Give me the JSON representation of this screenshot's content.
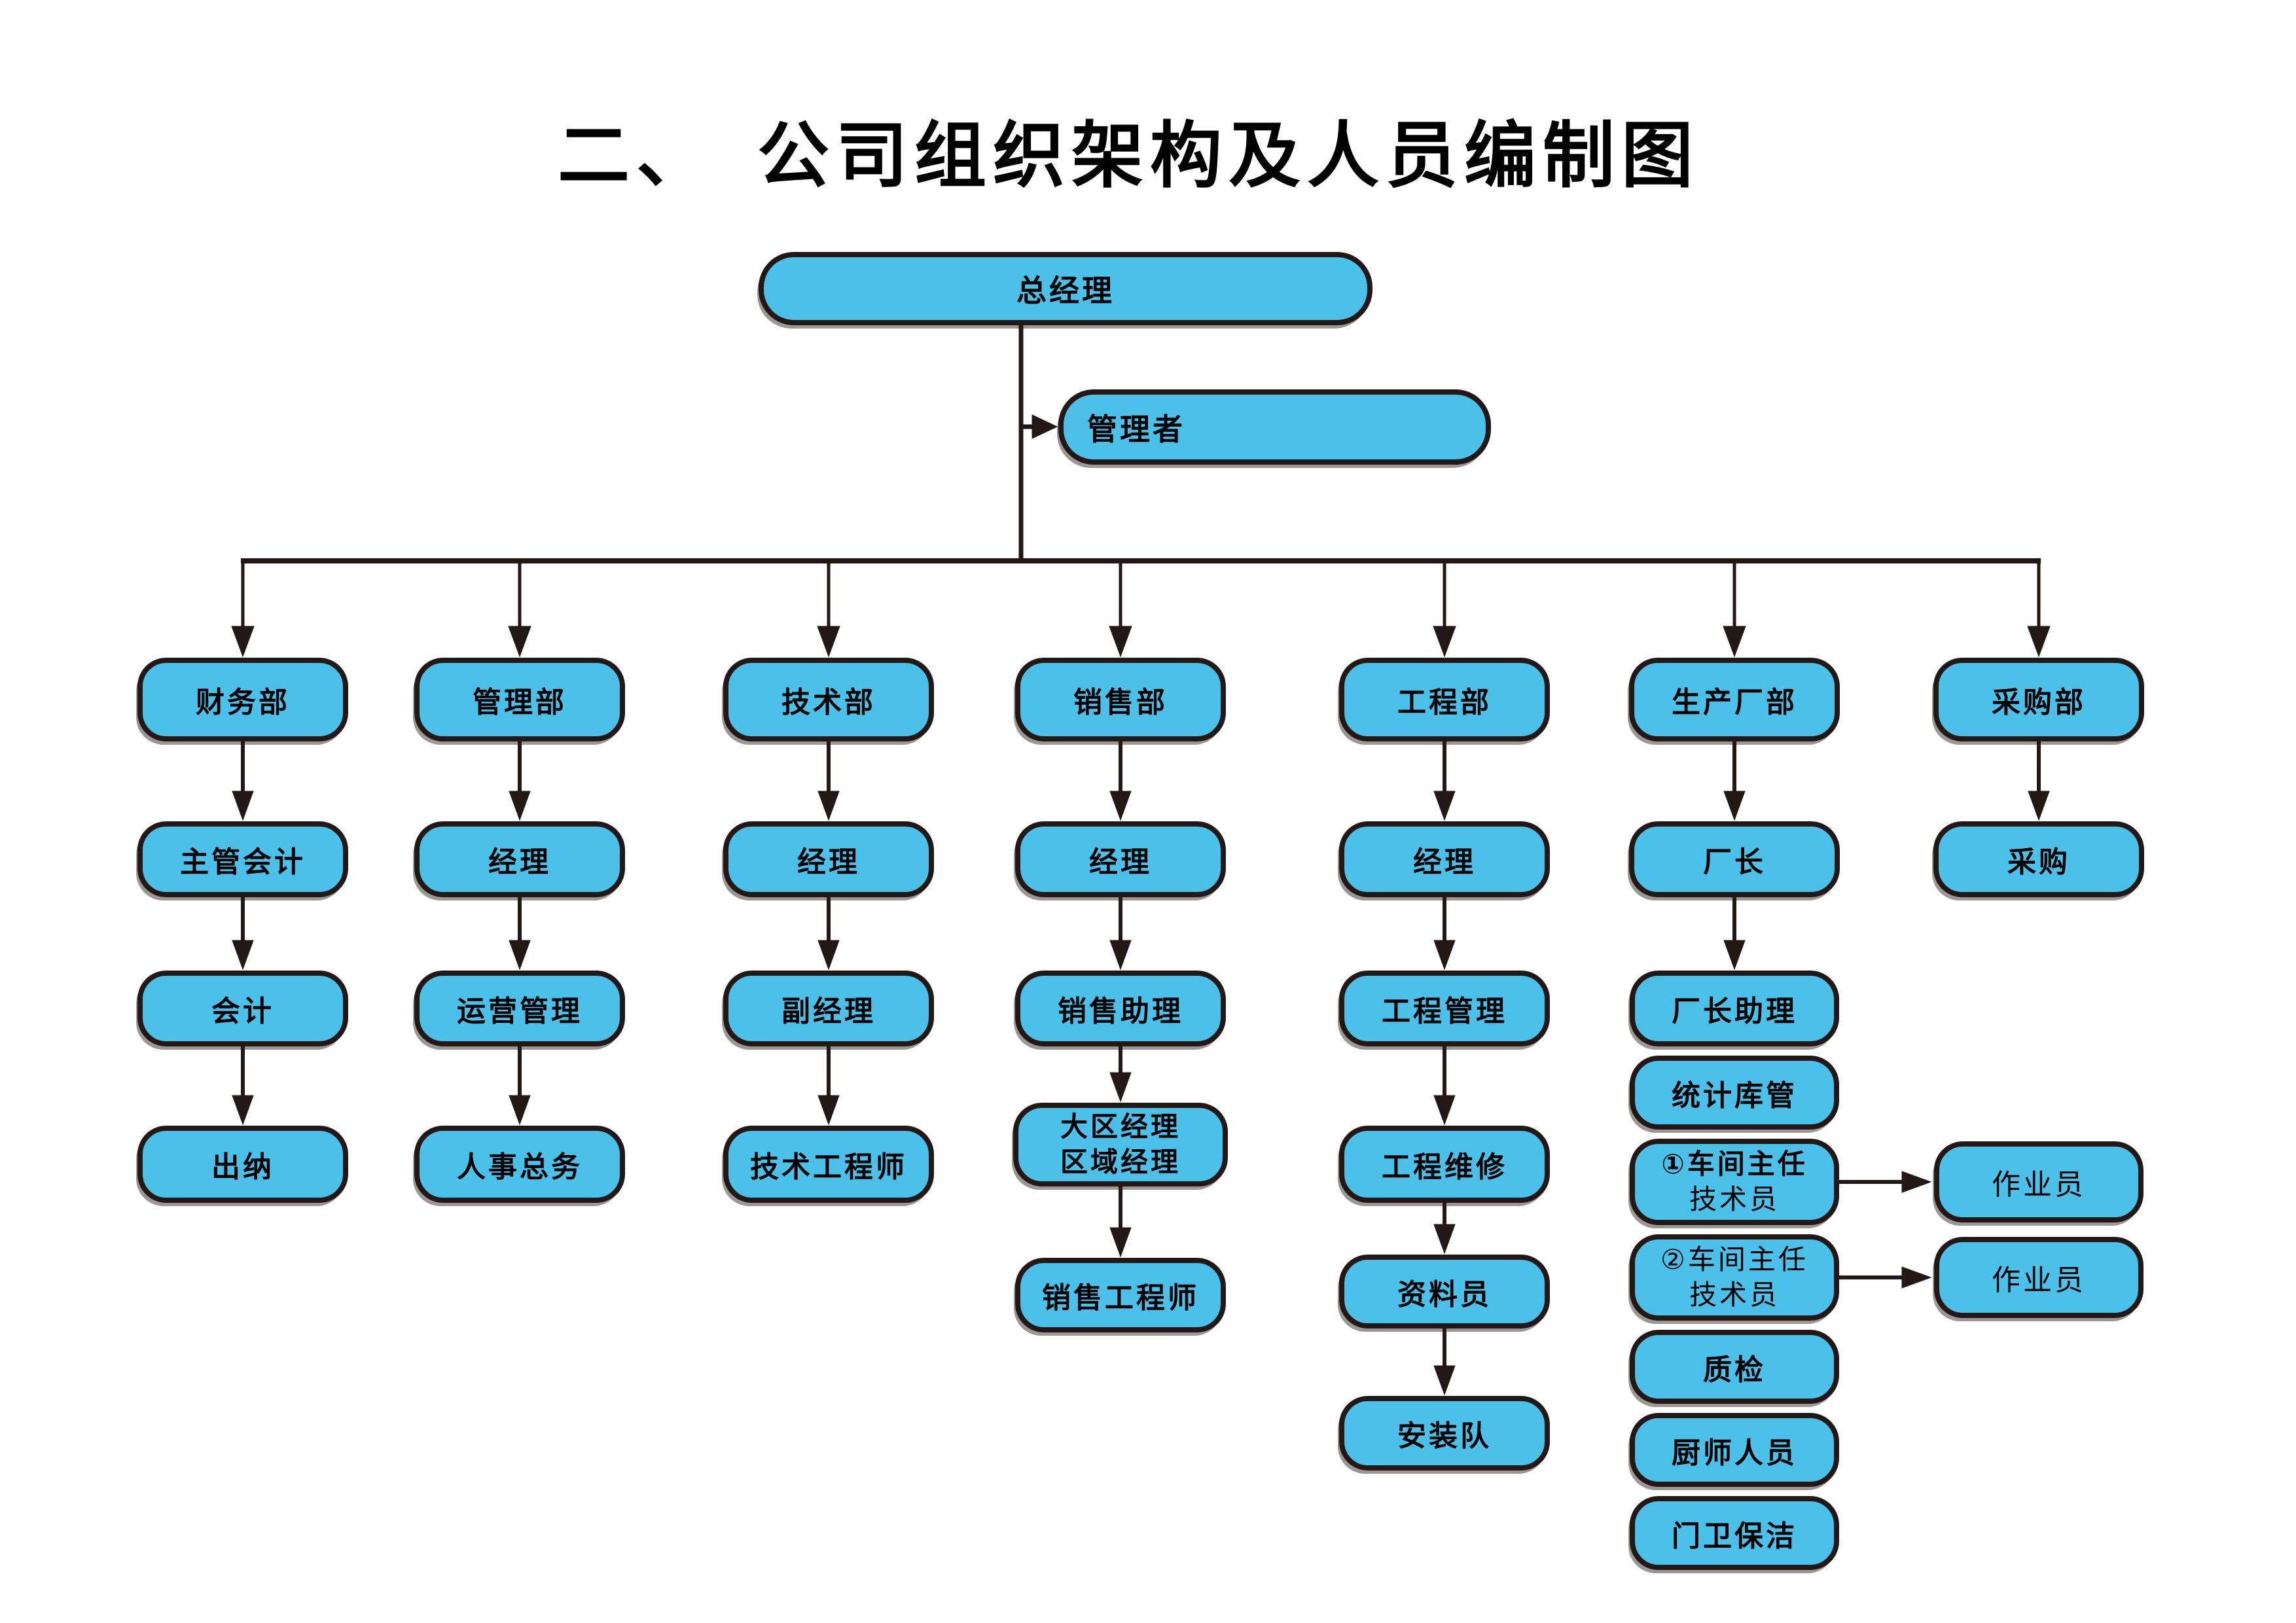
{
  "title": "二、　公司组织架构及人员编制图",
  "colors": {
    "box_fill": "#4bc0e8",
    "box_border": "#231815",
    "connector_line": "#231815",
    "text": "#000000",
    "background": "#ffffff"
  },
  "boxes": {
    "general_manager": "总经理",
    "manager": "管理者",
    "finance_dept": "财务部",
    "finance_chief_accountant": "主管会计",
    "finance_accountant": "会计",
    "finance_cashier": "出纳",
    "admin_dept": "管理部",
    "admin_manager": "经理",
    "admin_operations": "运营管理",
    "admin_hr": "人事总务",
    "tech_dept": "技术部",
    "tech_manager": "经理",
    "tech_deputy_manager": "副经理",
    "tech_engineer": "技术工程师",
    "sales_dept": "销售部",
    "sales_manager": "经理",
    "sales_assistant": "销售助理",
    "sales_regional_l1": "大区经理",
    "sales_regional_l2": "区域经理",
    "sales_engineer": "销售工程师",
    "eng_dept": "工程部",
    "eng_manager": "经理",
    "eng_management": "工程管理",
    "eng_maintenance": "工程维修",
    "eng_documenter": "资料员",
    "eng_install_team": "安装队",
    "prod_dept": "生产厂部",
    "prod_factory_head": "厂长",
    "prod_head_assistant": "厂长助理",
    "prod_stats_warehouse": "统计库管",
    "prod_workshop1_l1": "①车间主任",
    "prod_workshop1_l2": "技术员",
    "prod_workshop2_l1": "②车间主任",
    "prod_workshop2_l2": "技术员",
    "prod_qc": "质检",
    "prod_cook": "厨师人员",
    "prod_guard": "门卫保洁",
    "prod_operator1": "作业员",
    "prod_operator2": "作业员",
    "purchase_dept": "采购部",
    "purchase_buyer": "采购"
  }
}
